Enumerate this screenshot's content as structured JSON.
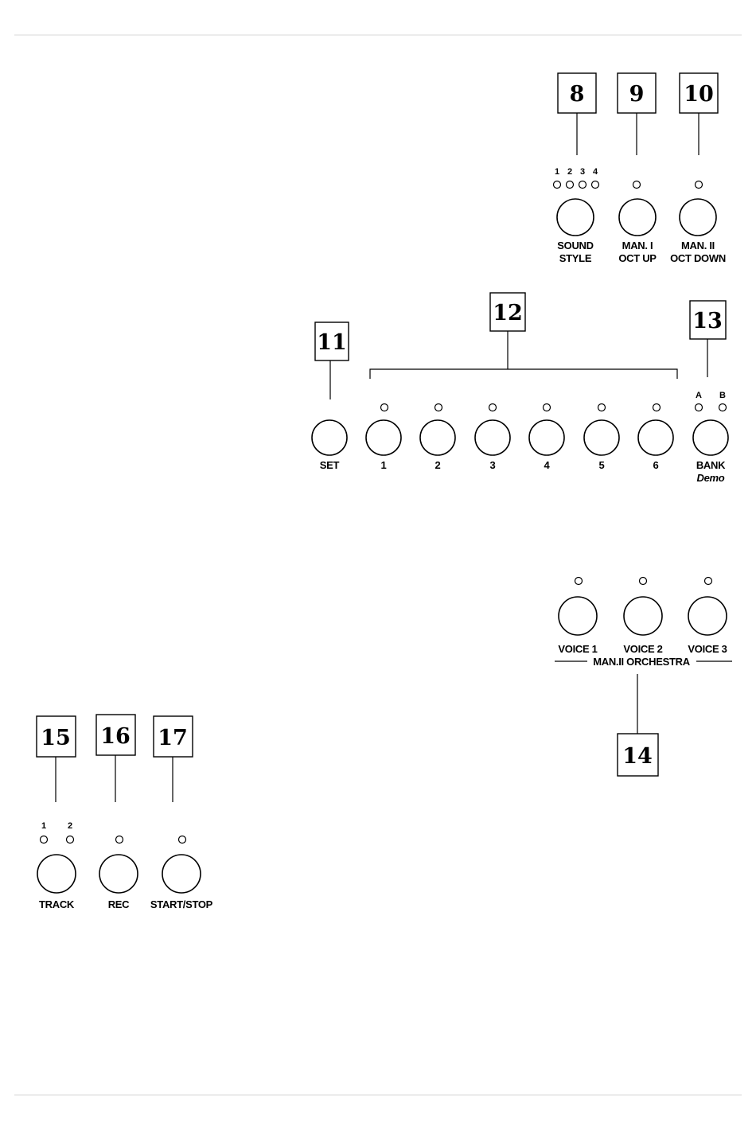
{
  "callouts": {
    "c8": "8",
    "c9": "9",
    "c10": "10",
    "c11": "11",
    "c12": "12",
    "c13": "13",
    "c14": "14",
    "c15": "15",
    "c16": "16",
    "c17": "17"
  },
  "sound_style": {
    "led_labels": [
      "1",
      "2",
      "3",
      "4"
    ],
    "label_line1": "SOUND",
    "label_line2": "STYLE"
  },
  "man1": {
    "label_line1": "MAN. I",
    "label_line2": "OCT UP"
  },
  "man2": {
    "label_line1": "MAN. II",
    "label_line2": "OCT DOWN"
  },
  "set": {
    "label": "SET"
  },
  "memory_buttons": [
    "1",
    "2",
    "3",
    "4",
    "5",
    "6"
  ],
  "bank": {
    "led_labels": [
      "A",
      "B"
    ],
    "label_line1": "BANK",
    "label_line2": "Demo"
  },
  "voices": {
    "buttons": [
      "VOICE 1",
      "VOICE 2",
      "VOICE 3"
    ],
    "group_label": "MAN.II ORCHESTRA"
  },
  "track": {
    "led_labels": [
      "1",
      "2"
    ],
    "label": "TRACK"
  },
  "rec": {
    "label": "REC"
  },
  "start_stop": {
    "label": "START/STOP"
  }
}
